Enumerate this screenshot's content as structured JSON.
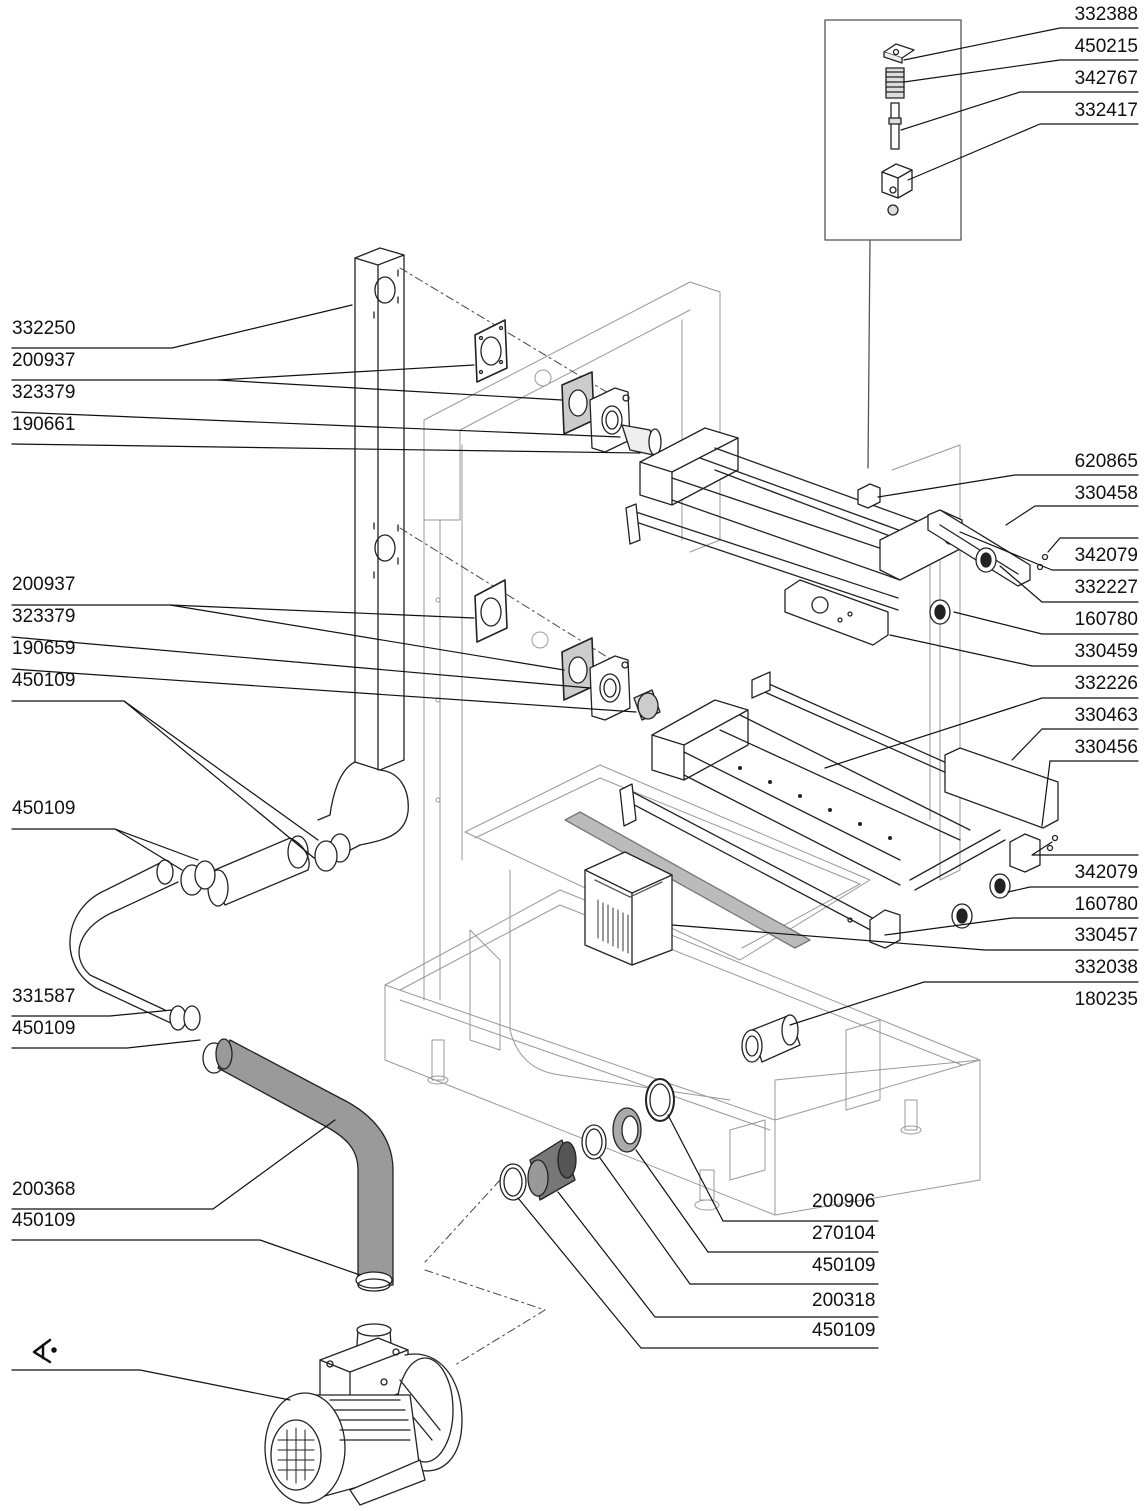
{
  "diagram": {
    "left_labels": [
      {
        "id": "332250",
        "text": "332250"
      },
      {
        "id": "200937a",
        "text": "200937"
      },
      {
        "id": "323379a",
        "text": "323379"
      },
      {
        "id": "190661",
        "text": "190661"
      },
      {
        "id": "200937b",
        "text": "200937"
      },
      {
        "id": "323379b",
        "text": "323379"
      },
      {
        "id": "190659",
        "text": "190659"
      },
      {
        "id": "450109a",
        "text": "450109"
      },
      {
        "id": "450109b",
        "text": "450109"
      },
      {
        "id": "331587",
        "text": "331587"
      },
      {
        "id": "450109c",
        "text": "450109"
      },
      {
        "id": "200368",
        "text": "200368"
      },
      {
        "id": "450109d",
        "text": "450109"
      }
    ],
    "right_labels": [
      {
        "id": "332388",
        "text": "332388"
      },
      {
        "id": "450215",
        "text": "450215"
      },
      {
        "id": "342767",
        "text": "342767"
      },
      {
        "id": "332417",
        "text": "332417"
      },
      {
        "id": "620865",
        "text": "620865"
      },
      {
        "id": "330458",
        "text": "330458"
      },
      {
        "id": "342079a",
        "text": "342079"
      },
      {
        "id": "332227",
        "text": "332227"
      },
      {
        "id": "160780a",
        "text": "160780"
      },
      {
        "id": "330459",
        "text": "330459"
      },
      {
        "id": "332226",
        "text": "332226"
      },
      {
        "id": "330463",
        "text": "330463"
      },
      {
        "id": "330456",
        "text": "330456"
      },
      {
        "id": "342079b",
        "text": "342079"
      },
      {
        "id": "160780b",
        "text": "160780"
      },
      {
        "id": "330457",
        "text": "330457"
      },
      {
        "id": "332038",
        "text": "332038"
      },
      {
        "id": "180235",
        "text": "180235"
      }
    ],
    "bottom_labels": [
      {
        "id": "200906",
        "text": "200906"
      },
      {
        "id": "270104",
        "text": "270104"
      },
      {
        "id": "450109e",
        "text": "450109"
      },
      {
        "id": "200318",
        "text": "200318"
      },
      {
        "id": "450109f",
        "text": "450109"
      }
    ],
    "pump_symbol": "ground-arrow-icon"
  }
}
